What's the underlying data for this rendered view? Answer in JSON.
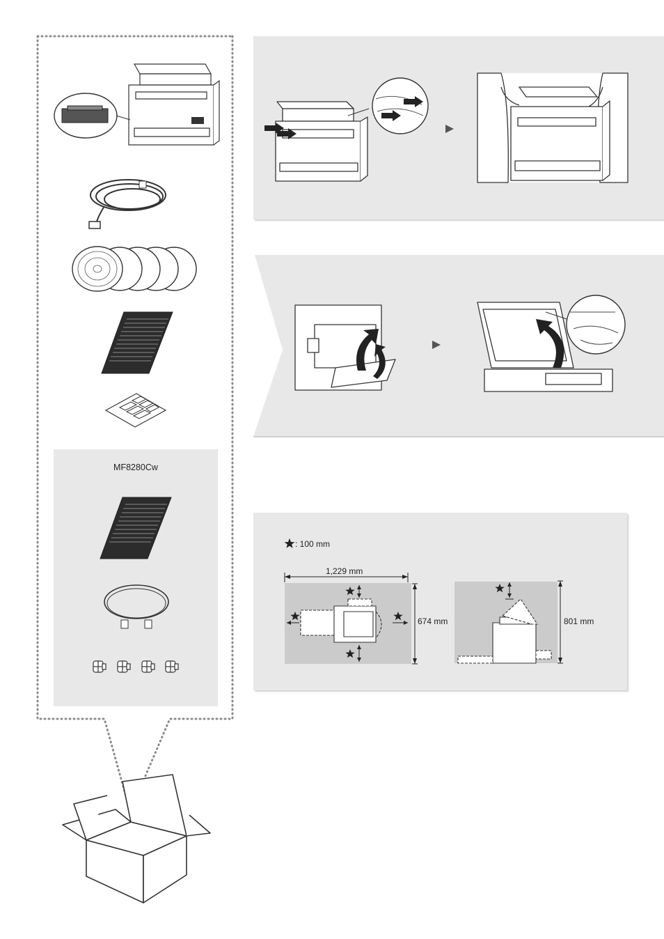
{
  "optional_box": {
    "model": "MF8280Cw"
  },
  "space": {
    "star_legend": ": 100 mm",
    "width": "1,229 mm",
    "depth": "674 mm",
    "height": "801 mm"
  }
}
